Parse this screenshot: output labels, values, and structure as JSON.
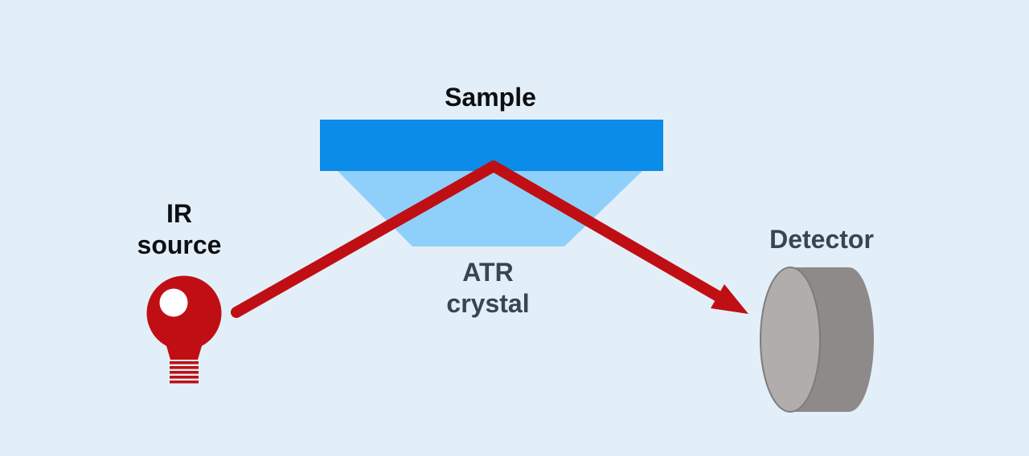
{
  "labels": {
    "sample": "Sample",
    "ir_source": {
      "line1": "IR",
      "line2": "source"
    },
    "atr_crystal": {
      "line1": "ATR",
      "line2": "crystal"
    },
    "detector": "Detector"
  },
  "icons": {
    "ir_source": "lightbulb-icon",
    "beam": "arrow-beam-icon",
    "detector": "cylinder-icon"
  },
  "colors": {
    "background": "#e3eff8",
    "sample_fill": "#0a8ce8",
    "crystal_fill": "#8fd0fa",
    "beam_red": "#c00f14",
    "bulb_red": "#c00f14",
    "bulb_highlight": "#ffffff",
    "detector_face": "#b1adad",
    "detector_body": "#8e8a8a",
    "detector_rim": "#7f7c7c",
    "label_dark": "#0d0f12",
    "label_slate": "#37474f"
  }
}
